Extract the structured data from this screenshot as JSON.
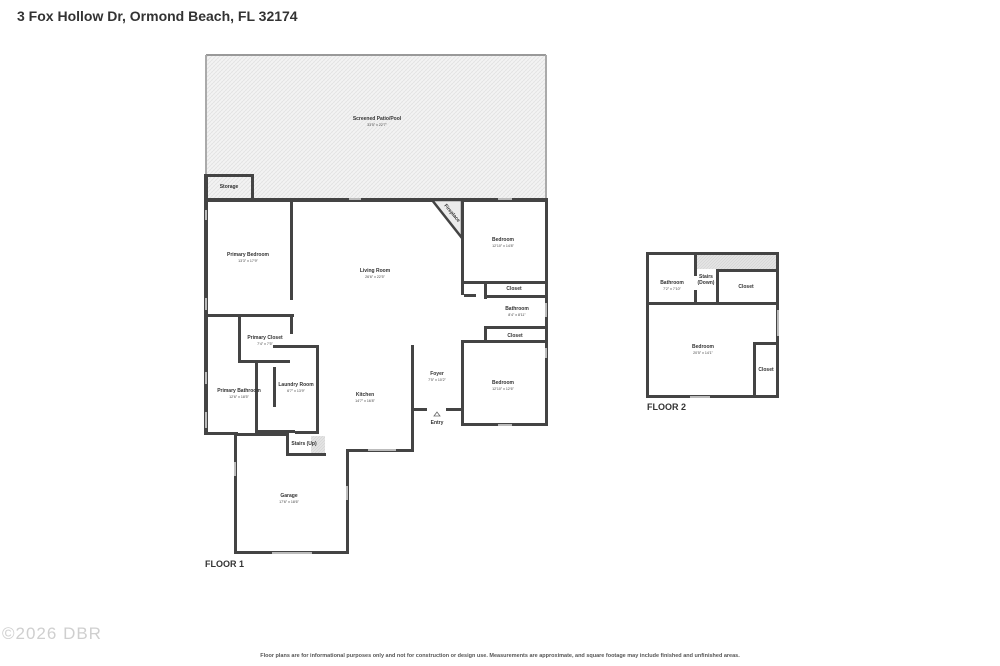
{
  "title": "3 Fox Hollow Dr, Ormond Beach, FL 32174",
  "floor1": {
    "label": "FLOOR 1",
    "rooms": {
      "patio": {
        "name": "Screened Patio/Pool",
        "dim": "33'5\" x 22'7\""
      },
      "storage": {
        "name": "Storage",
        "dim": ""
      },
      "primary_bedroom": {
        "name": "Primary Bedroom",
        "dim": "13'3\" x 17'9\""
      },
      "living_room": {
        "name": "Living Room",
        "dim": "26'6\" x 22'5\""
      },
      "fireplace": {
        "name": "Fireplace",
        "dim": ""
      },
      "bedroom_a": {
        "name": "Bedroom",
        "dim": "12'10\" x 14'8\""
      },
      "closet_a": {
        "name": "Closet",
        "dim": ""
      },
      "bathroom": {
        "name": "Bathroom",
        "dim": "8'4\" x 8'11\""
      },
      "closet_b": {
        "name": "Closet",
        "dim": ""
      },
      "primary_closet": {
        "name": "Primary Closet",
        "dim": "7'4\" x 7'5\""
      },
      "laundry": {
        "name": "Laundry Room",
        "dim": "6'7\" x 13'9\""
      },
      "primary_bath": {
        "name": "Primary Bathroom",
        "dim": "12'6\" x 18'5\""
      },
      "kitchen": {
        "name": "Kitchen",
        "dim": "14'7\" x 16'8\""
      },
      "foyer": {
        "name": "Foyer",
        "dim": "7'5\" x 10'2\""
      },
      "bedroom_b": {
        "name": "Bedroom",
        "dim": "12'10\" x 12'6\""
      },
      "entry": {
        "name": "Entry",
        "dim": ""
      },
      "stairs_up": {
        "name": "Stairs (Up)",
        "dim": ""
      },
      "garage": {
        "name": "Garage",
        "dim": "17'6\" x 18'6\""
      }
    }
  },
  "floor2": {
    "label": "FLOOR 2",
    "rooms": {
      "bathroom": {
        "name": "Bathroom",
        "dim": "7'2\" x 7'10\""
      },
      "stairs_down": {
        "name": "Stairs",
        "name2": "(Down)"
      },
      "closet_a": {
        "name": "Closet",
        "dim": ""
      },
      "bedroom": {
        "name": "Bedroom",
        "dim": "20'5\" x 14'1\""
      },
      "closet_b": {
        "name": "Closet",
        "dim": ""
      }
    }
  },
  "watermark": "©2026 DBR",
  "disclaimer": "Floor plans are for informational purposes only and not for construction or design use. Measurements are approximate, and square footage may include finished and unfinished areas.",
  "colors": {
    "wall": "#444444",
    "patio_fill": "#eeeeee",
    "stairs_fill": "#dddddd"
  }
}
